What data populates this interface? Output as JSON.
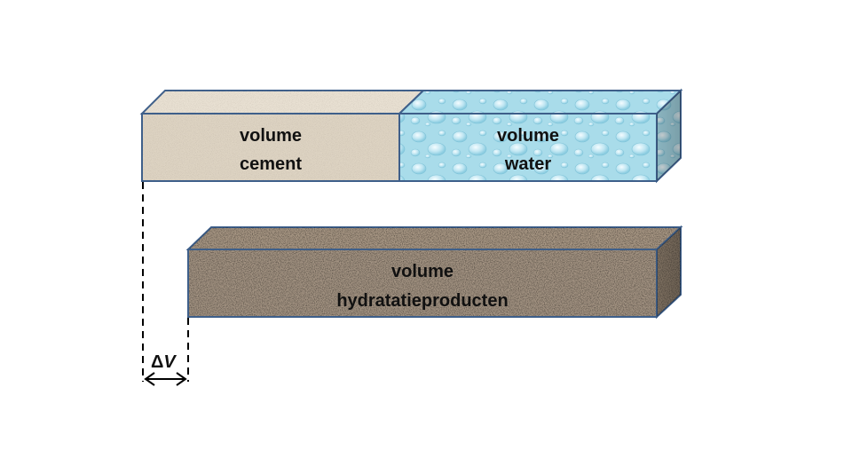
{
  "blocks": {
    "cement": {
      "line1": "volume",
      "line2": "cement"
    },
    "water": {
      "line1": "volume",
      "line2": "water"
    },
    "hydration": {
      "line1": "volume",
      "line2": "hydratatieproducten"
    }
  },
  "delta_label": {
    "symbol": "Δ",
    "variable": "V"
  },
  "colors": {
    "cement": "#ddd3c2",
    "water": "#a9dcea",
    "hydration": "#a39382",
    "outline": "#3e5f8a",
    "dashed_line": "#000000"
  }
}
